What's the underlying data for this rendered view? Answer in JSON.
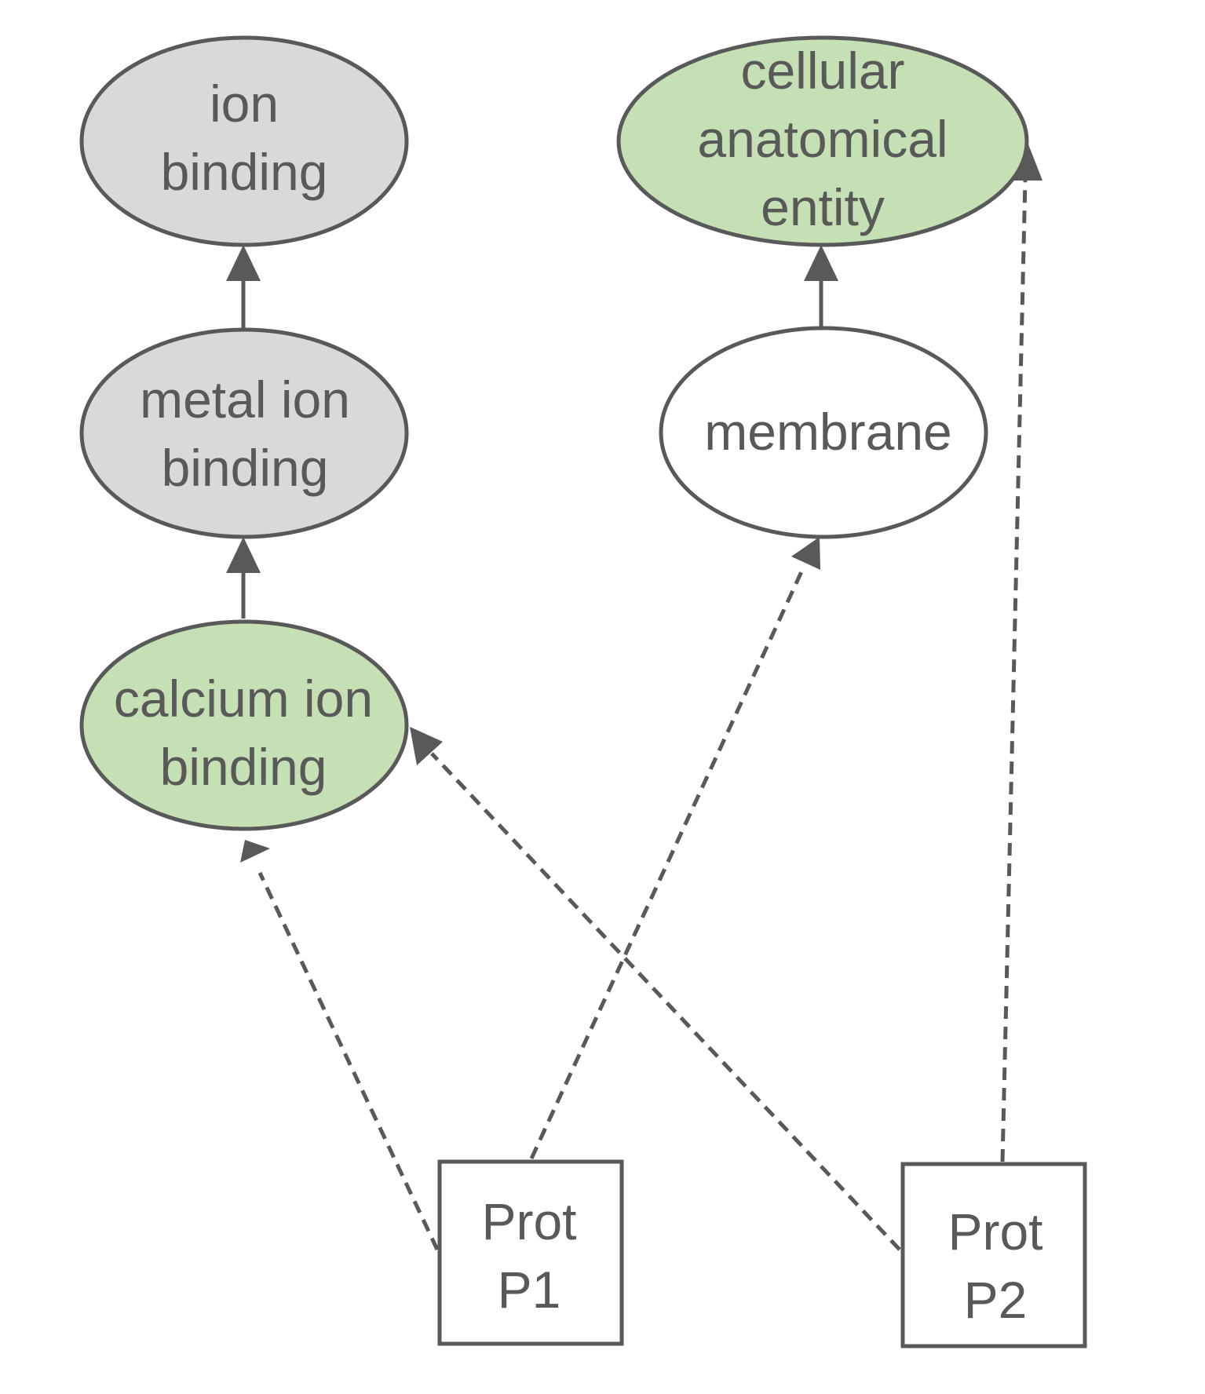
{
  "colors": {
    "line": "#595959",
    "fill_grey": "#d9d9d9",
    "fill_green": "#c5e0b4",
    "fill_white": "#ffffff"
  },
  "nodes": {
    "ion_binding": {
      "lines": [
        "ion",
        "binding"
      ],
      "fill": "#d9d9d9"
    },
    "metal_ion_binding": {
      "lines": [
        "metal ion",
        "binding"
      ],
      "fill": "#d9d9d9"
    },
    "calcium_ion_binding": {
      "lines": [
        "calcium ion",
        "binding"
      ],
      "fill": "#c5e0b4"
    },
    "cellular_anatomical_entity": {
      "lines": [
        "cellular",
        "anatomical",
        "entity"
      ],
      "fill": "#c5e0b4"
    },
    "membrane": {
      "lines": [
        "membrane"
      ],
      "fill": "#ffffff"
    },
    "prot_p1": {
      "lines": [
        "Prot",
        "P1"
      ]
    },
    "prot_p2": {
      "lines": [
        "Prot",
        "P2"
      ]
    }
  },
  "edges": [
    {
      "from": "metal_ion_binding",
      "to": "ion_binding",
      "style": "solid"
    },
    {
      "from": "calcium_ion_binding",
      "to": "metal_ion_binding",
      "style": "solid"
    },
    {
      "from": "membrane",
      "to": "cellular_anatomical_entity",
      "style": "solid"
    },
    {
      "from": "prot_p1",
      "to": "calcium_ion_binding",
      "style": "dashed"
    },
    {
      "from": "prot_p1",
      "to": "membrane",
      "style": "dashed"
    },
    {
      "from": "prot_p2",
      "to": "calcium_ion_binding",
      "style": "dashed"
    },
    {
      "from": "prot_p2",
      "to": "cellular_anatomical_entity",
      "style": "dashed"
    }
  ]
}
